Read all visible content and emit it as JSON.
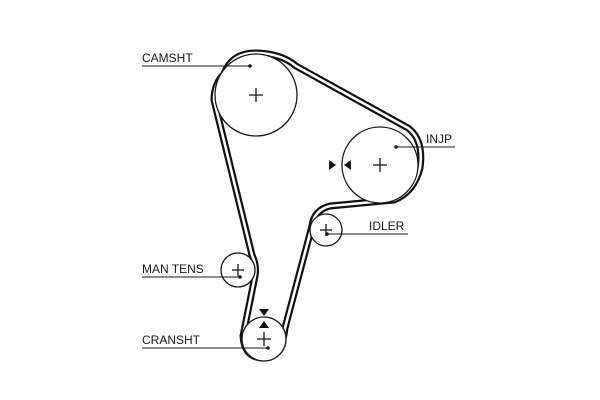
{
  "labels": {
    "camshaft": "CAMSHT",
    "injection_pump": "INJP",
    "idler": "IDLER",
    "manual_tensioner": "MAN TENS",
    "crankshaft": "CRANSHT"
  }
}
